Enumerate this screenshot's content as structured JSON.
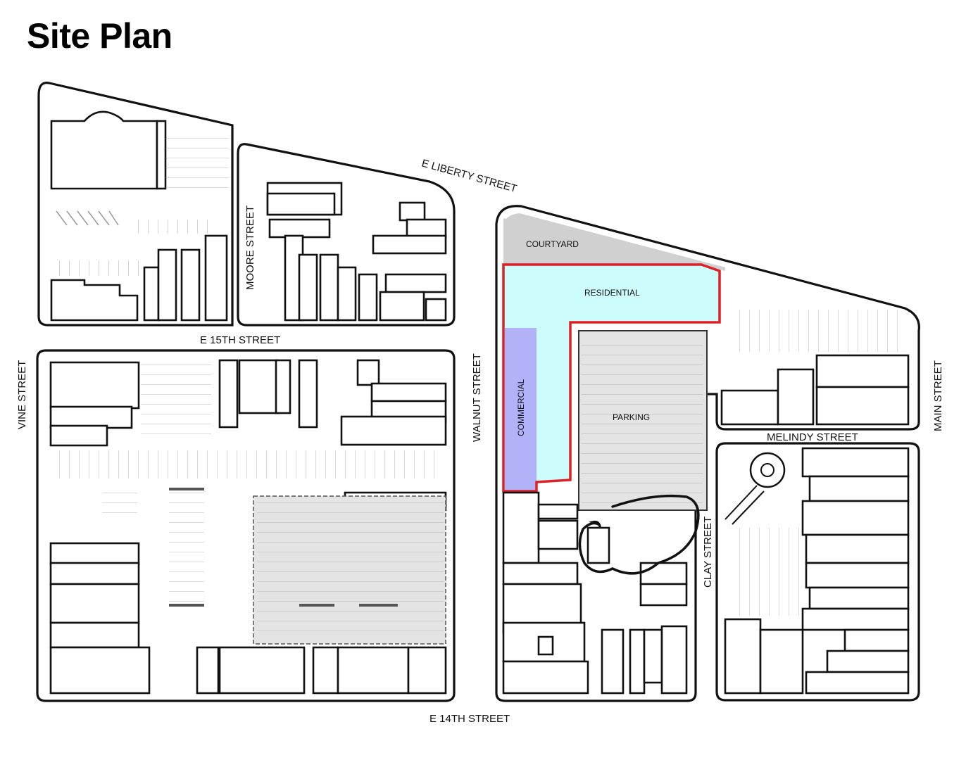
{
  "title": "Site Plan",
  "streets": {
    "e_liberty": "E LIBERTY STREET",
    "moore": "MOORE STREET",
    "e_15th": "E 15TH STREET",
    "vine": "VINE STREET",
    "walnut": "WALNUT STREET",
    "main": "MAIN STREET",
    "melindy": "MELINDY STREET",
    "clay": "CLAY STREET",
    "e_14th": "E 14TH STREET"
  },
  "zones": {
    "courtyard": "COURTYARD",
    "residential": "RESIDENTIAL",
    "commercial": "COMMERCIAL",
    "parking": "PARKING"
  },
  "colors": {
    "residential_fill": "#ccfcfc",
    "commercial_fill": "#b2b2f8",
    "courtyard_fill": "#d0d0d0",
    "parking_fill": "#e4e4e4",
    "site_outline": "#dd1f26",
    "annotation_stroke": "#111111"
  }
}
